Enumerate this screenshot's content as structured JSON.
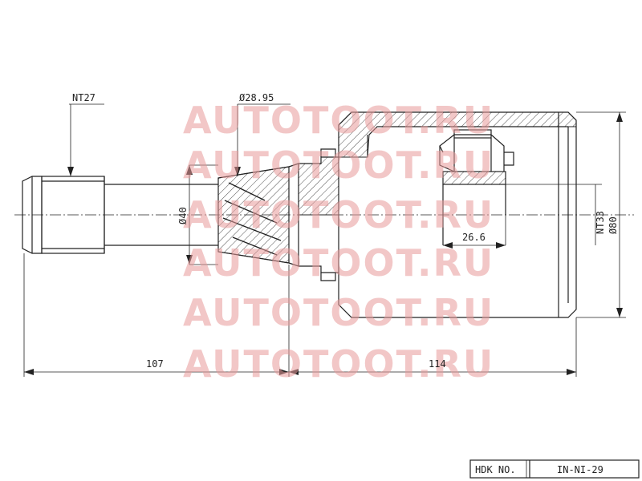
{
  "drawing": {
    "labels": {
      "spline_left": "NT27",
      "spline_diameter": "Ø28.95",
      "seal_diameter": "Ø40",
      "ball_offset": "26.6",
      "spline_right": "NT33",
      "outer_diameter": "Ø80",
      "length_shaft": "107",
      "length_housing": "114"
    },
    "watermark": [
      "AUTOTOOT.RU",
      "AUTOTOOT.RU",
      "AUTOTOOT.RU",
      "AUTOTOOT.RU",
      "AUTOTOOT.RU",
      "AUTOTOOT.RU"
    ]
  },
  "title_block": {
    "label": "HDK NO.",
    "part_number": "IN-NI-29"
  },
  "colors": {
    "line": "#222222",
    "watermark": "#e89a9a",
    "background": "#ffffff"
  }
}
